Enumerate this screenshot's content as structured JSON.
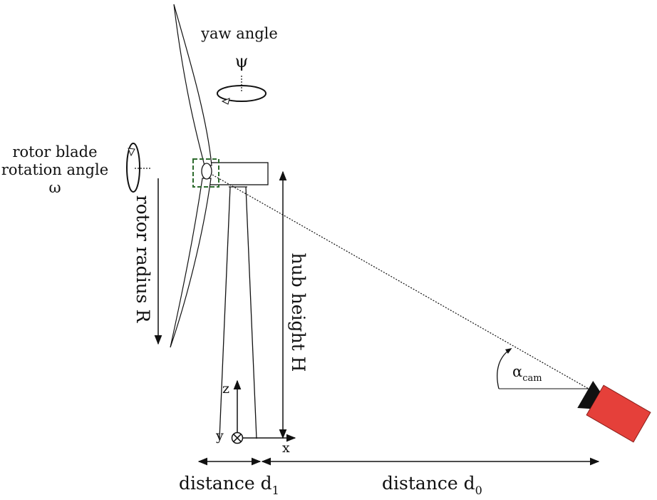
{
  "labels": {
    "yaw_angle": "yaw angle",
    "yaw_symbol": "ψ",
    "rotor_blade_line1": "rotor blade",
    "rotor_blade_line2": "rotation angle",
    "rotor_blade_symbol": "ω",
    "rotor_radius": "rotor radius R",
    "hub_height": "hub height H",
    "alpha_symbol": "α",
    "alpha_sub": "cam",
    "axis_z": "z",
    "axis_y": "y",
    "axis_x": "x",
    "distance_d1_text": "distance d",
    "distance_d1_sub": "1",
    "distance_d0_text": "distance d",
    "distance_d0_sub": "0"
  },
  "colors": {
    "line": "#111111",
    "camera_fill": "#e5403a",
    "camera_stroke": "#8a1e1a",
    "lens": "#111111",
    "hub_box": "#2e6b2e"
  }
}
